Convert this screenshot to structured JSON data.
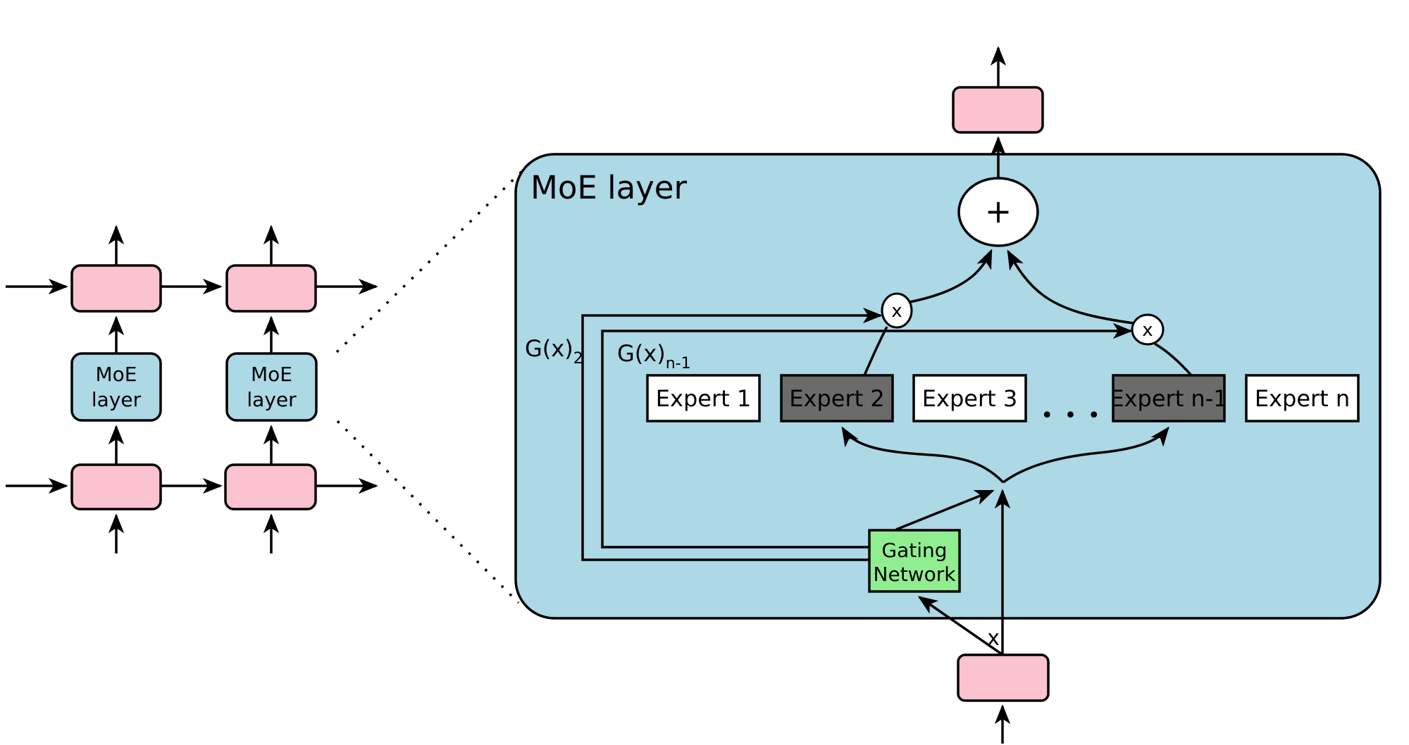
{
  "colors": {
    "background": "#ffffff",
    "panel_blue": "#ADD8E6",
    "box_pink": "#FBC2CF",
    "expert_white": "#ffffff",
    "expert_gray": "#6b6b6b",
    "gating_green": "#90EE90",
    "line_black": "#000000"
  },
  "left_diagram": {
    "moe_box_label": {
      "line1": "MoE",
      "line2": "layer"
    }
  },
  "moe_panel": {
    "title": "MoE layer",
    "gate_weight_left": {
      "base": "G(x)",
      "sub": "2"
    },
    "gate_weight_right": {
      "base": "G(x)",
      "sub": "n-1"
    },
    "experts": [
      {
        "label": "Expert 1",
        "highlighted": false
      },
      {
        "label": "Expert 2",
        "highlighted": true
      },
      {
        "label": "Expert 3",
        "highlighted": false
      },
      {
        "label": "Expert n-1",
        "highlighted": true
      },
      {
        "label": "Expert n",
        "highlighted": false
      }
    ],
    "ellipsis": "• • •",
    "multiply_symbol": "x",
    "add_symbol": "+",
    "gating_network": {
      "line1": "Gating",
      "line2": "Network"
    },
    "input_label": "x"
  }
}
